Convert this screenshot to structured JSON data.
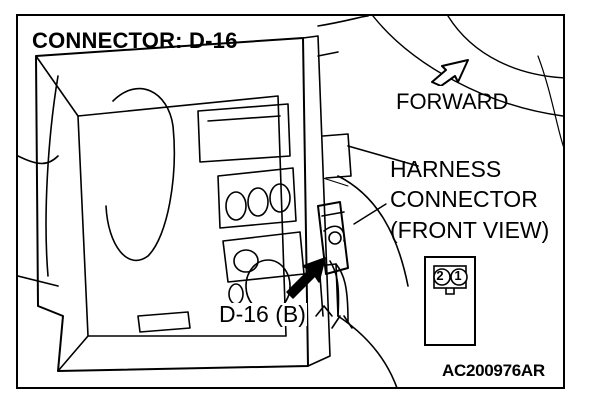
{
  "title": "CONNECTOR: D-16",
  "forward_label": "FORWARD",
  "harness_label": {
    "line1": "HARNESS",
    "line2": "CONNECTOR",
    "line3": "(FRONT VIEW)"
  },
  "connector_callout": "D-16 (B)",
  "pins": {
    "left": "2",
    "right": "1"
  },
  "figure_code": "AC200976AR",
  "icons": [
    "forward-arrow-icon",
    "pointer-arrow-icon"
  ],
  "colors": {
    "ink": "#000000",
    "background": "#ffffff"
  }
}
